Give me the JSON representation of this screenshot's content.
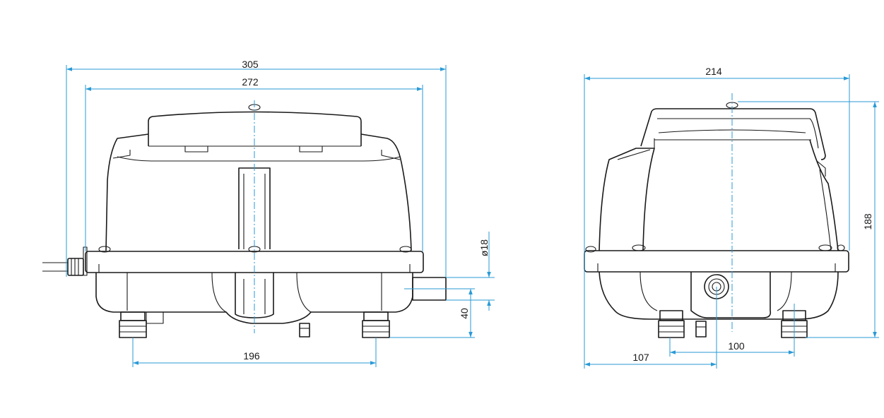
{
  "colors": {
    "outline": "#1a1a1a",
    "dimension": "#2a9ad6",
    "background": "#ffffff"
  },
  "front_view": {
    "dim_overall_width": "305",
    "dim_body_width": "272",
    "dim_feet_spacing": "196",
    "dim_outlet_diameter": "ø18",
    "dim_outlet_height": "40"
  },
  "side_view": {
    "dim_overall_depth": "214",
    "dim_overall_height": "188",
    "dim_center_offset": "107",
    "dim_feet_spacing": "100"
  }
}
